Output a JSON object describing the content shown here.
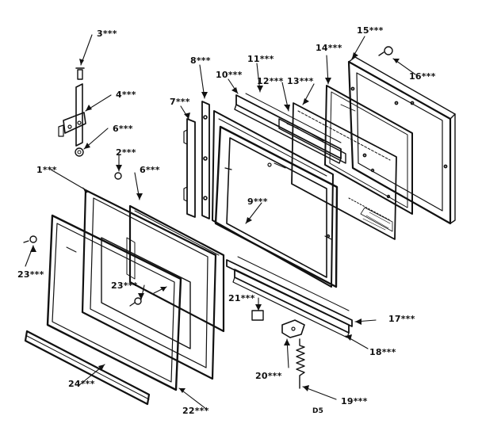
{
  "diagram_code": "D5",
  "callouts": {
    "p1": "1***",
    "p2": "2***",
    "p3": "3***",
    "p4": "4***",
    "p6a": "6***",
    "p6b": "6***",
    "p7": "7***",
    "p8": "8***",
    "p9": "9***",
    "p10": "10***",
    "p11": "11***",
    "p12": "12***",
    "p13": "13***",
    "p14": "14***",
    "p15": "15***",
    "p16": "16***",
    "p17": "17***",
    "p18": "18***",
    "p19": "19***",
    "p20": "20***",
    "p21": "21***",
    "p22": "22***",
    "p23a": "23***",
    "p23b": "23***",
    "p24": "24***"
  },
  "colors": {
    "ink": "#111111",
    "paper": "#ffffff"
  }
}
